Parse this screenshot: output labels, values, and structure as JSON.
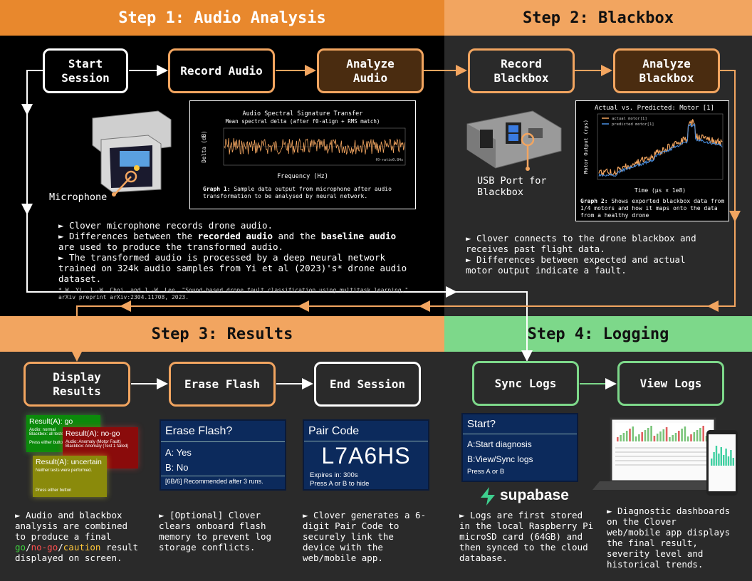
{
  "colors": {
    "orange": "#f2a560",
    "orange_dark": "#e8882d",
    "green_header": "#7dd88a",
    "green_border": "#7dd88a",
    "go": "#3fd13f",
    "nogo": "#ff5050",
    "caution": "#ffc83a",
    "screen_blue": "#0c2a5c"
  },
  "step1": {
    "title": "Step 1: Audio Analysis",
    "start_session": "Start\nSession",
    "record_audio": "Record Audio",
    "analyze_audio": "Analyze\nAudio",
    "microphone_label": "Microphone",
    "graph": {
      "title": "Audio Spectral Signature Transfer",
      "subtitle": "Mean spectral delta (after f0-align + RMS match)",
      "xlabel": "Frequency (Hz)",
      "ylabel": "Delta (dB)",
      "legend": "f0-ratio0.84x",
      "caption_bold": "Graph 1:",
      "caption": "Sample data output from microphone after audio transformation to be analysed by neural network."
    },
    "bullet1": "► Clover microphone records drone audio.",
    "bullet2_pre": "► Differences between the ",
    "bullet2_b1": "recorded audio",
    "bullet2_mid": " and the ",
    "bullet2_b2": "baseline audio",
    "bullet2_post": " are used to produce the transformed audio.",
    "bullet3": "► The transformed audio is processed by a deep neural network trained on 324k audio samples from Yi et al (2023)'s* drone audio dataset.",
    "footnote": "* W. Yi, J.-W. Choi, and J.-W. Lee, \"Sound-based drone fault classification using multitask learning,\" arXiv preprint arXiv:2304.11708, 2023."
  },
  "step2": {
    "title": "Step 2: Blackbox",
    "record_blackbox": "Record\nBlackbox",
    "analyze_blackbox": "Analyze\nBlackbox",
    "usb_label": "USB Port for\nBlackbox",
    "graph": {
      "title": "Actual vs. Predicted: Motor [1]",
      "xlabel": "Time (µs × 1e8)",
      "ylabel": "Motor Output (rps)",
      "legend_actual": "actual motor[1]",
      "legend_pred": "predicted motor[1]",
      "caption_bold": "Graph 2:",
      "caption": "Shows exported blackbox data from 1/4 motors and how it maps onto the data from a healthy drone"
    },
    "bullet1": "► Clover connects to the drone blackbox and receives past flight data.",
    "bullet2": "► Differences between expected and actual motor output indicate a fault."
  },
  "step3": {
    "title": "Step 3: Results",
    "display_results": "Display\nResults",
    "erase_flash": "Erase Flash",
    "end_session": "End Session",
    "result_go": {
      "title": "Result(A): go",
      "l1": "Audio: normal",
      "l2": "Blackbox: all tests",
      "l3": "Press either button"
    },
    "result_nogo": {
      "title": "Result(A): no-go",
      "l1": "Audio: Anomaly (Motor Fault)",
      "l2": "Blackbox: Anomaly (Test 1 failed)"
    },
    "result_unc": {
      "title": "Result(A): uncertain",
      "l1": "Neither tests were performed.",
      "l2": "Press either button"
    },
    "erase_screen": {
      "title": "Erase Flash?",
      "a": "A: Yes",
      "b": "B: No",
      "note": "[6B/6] Recommended after 3 runs."
    },
    "pair_screen": {
      "title": "Pair Code",
      "code": "L7A6HS",
      "expires": "Expires in: 300s",
      "hide": "Press A or B to hide"
    },
    "desc1_pre": "► Audio and blackbox analysis are combined to produce a final ",
    "desc1_go": "go",
    "desc1_slash1": "/",
    "desc1_nogo": "no-go",
    "desc1_slash2": "/",
    "desc1_caut": "caution",
    "desc1_post": " result displayed on screen.",
    "desc2": "► [Optional] Clover clears onboard flash memory to prevent log storage conflicts.",
    "desc3": "► Clover generates a 6-digit Pair Code to securely link the device with the web/mobile app."
  },
  "step4": {
    "title": "Step 4: Logging",
    "sync_logs": "Sync Logs",
    "view_logs": "View Logs",
    "start_screen": {
      "title": "Start?",
      "a": "A:Start diagnosis",
      "b": "B:View/Sync logs",
      "press": "Press A or B"
    },
    "supabase": "supabase",
    "desc1": "► Logs are first stored in the local Raspberry Pi microSD card (64GB) and then synced to the cloud database.",
    "desc2": "► Diagnostic dashboards on the Clover web/mobile app displays the final result, severity level and historical trends."
  }
}
